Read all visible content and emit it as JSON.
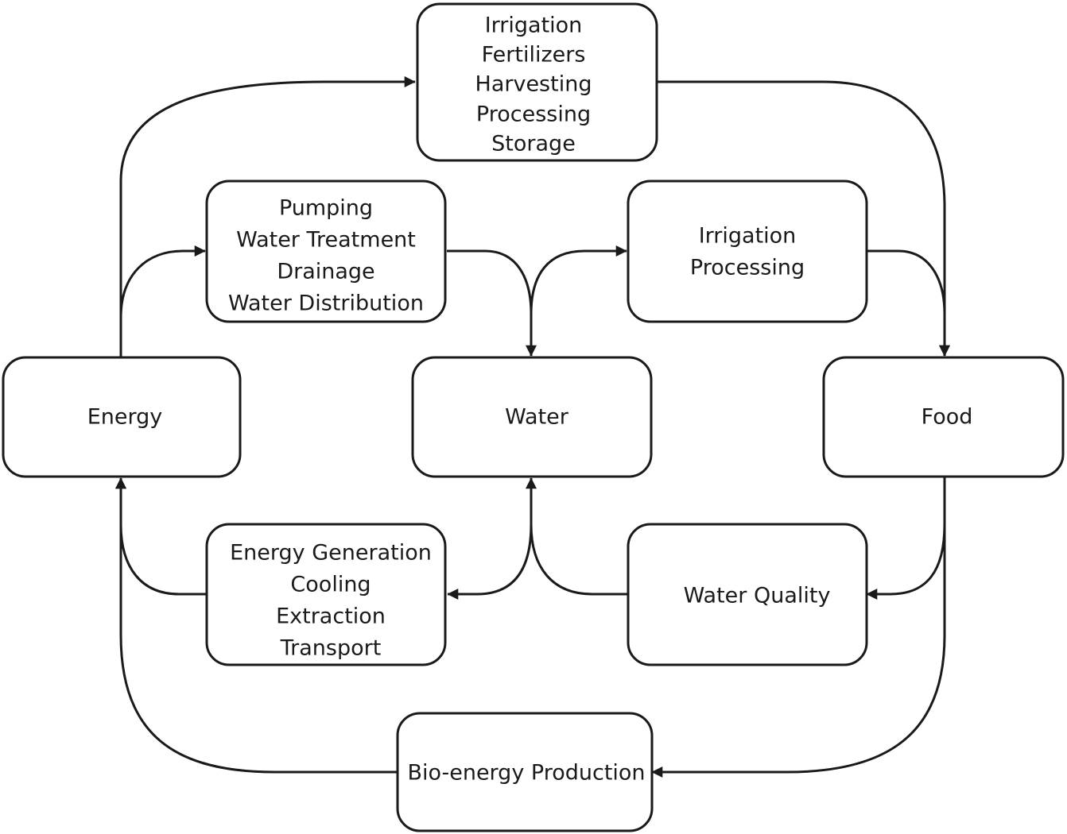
{
  "nodes": {
    "top": {
      "lines": [
        "Irrigation",
        "Fertilizers",
        "Harvesting",
        "Processing",
        "Storage"
      ]
    },
    "energy_to_water": {
      "lines": [
        "Pumping",
        "Water Treatment",
        "Drainage",
        "Water Distribution"
      ]
    },
    "water_to_food": {
      "lines": [
        "Irrigation",
        "Processing"
      ]
    },
    "energy": {
      "lines": [
        "Energy"
      ]
    },
    "water": {
      "lines": [
        "Water"
      ]
    },
    "food": {
      "lines": [
        "Food"
      ]
    },
    "water_to_energy": {
      "lines": [
        "Energy Generation",
        "Cooling",
        "Extraction",
        "Transport"
      ]
    },
    "food_to_water": {
      "lines": [
        "Water Quality"
      ]
    },
    "bottom": {
      "lines": [
        "Bio-energy Production"
      ]
    }
  }
}
